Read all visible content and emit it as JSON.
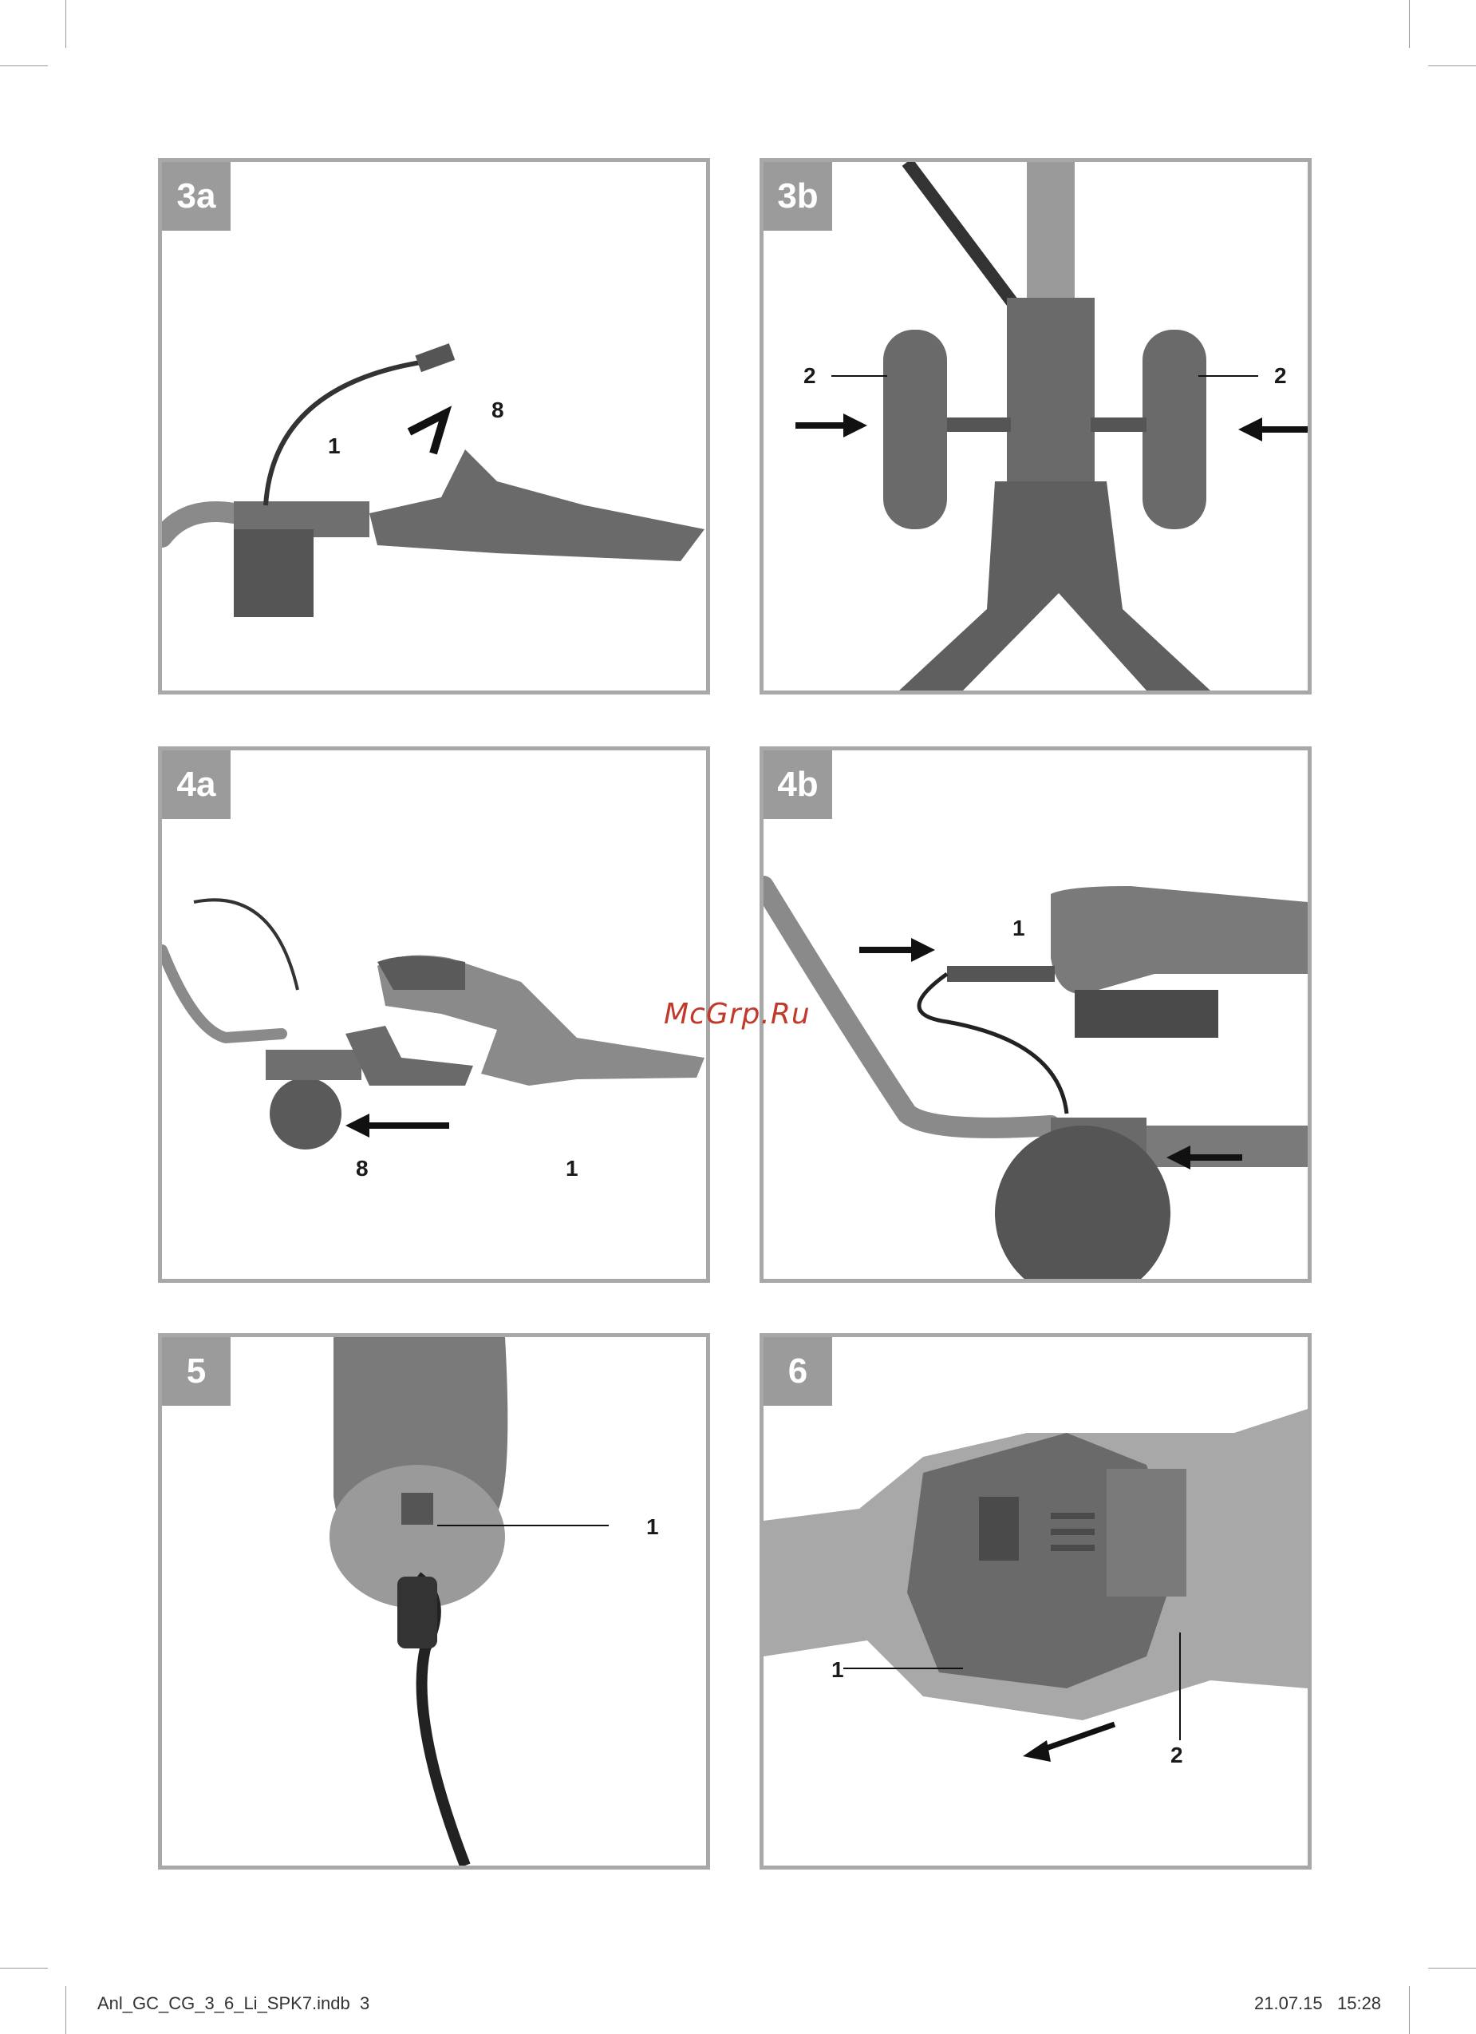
{
  "panels": {
    "p3a": {
      "label": "3a",
      "callouts": [
        "8",
        "1"
      ]
    },
    "p3b": {
      "label": "3b",
      "callouts": [
        "2",
        "2"
      ]
    },
    "p4a": {
      "label": "4a",
      "callouts": [
        "8",
        "1"
      ]
    },
    "p4b": {
      "label": "4b",
      "callouts": [
        "1"
      ]
    },
    "p5": {
      "label": "5",
      "callouts": [
        "1"
      ]
    },
    "p6": {
      "label": "6",
      "callouts": [
        "1",
        "2"
      ]
    }
  },
  "watermark": "McGrp.Ru",
  "footer": {
    "file": "Anl_GC_CG_3_6_Li_SPK7.indb",
    "page": "3",
    "date": "21.07.15",
    "time": "15:28"
  },
  "colors": {
    "panel_border": "#a8a8a8",
    "label_bg": "#9b9b9b",
    "watermark": "#c0392b"
  }
}
